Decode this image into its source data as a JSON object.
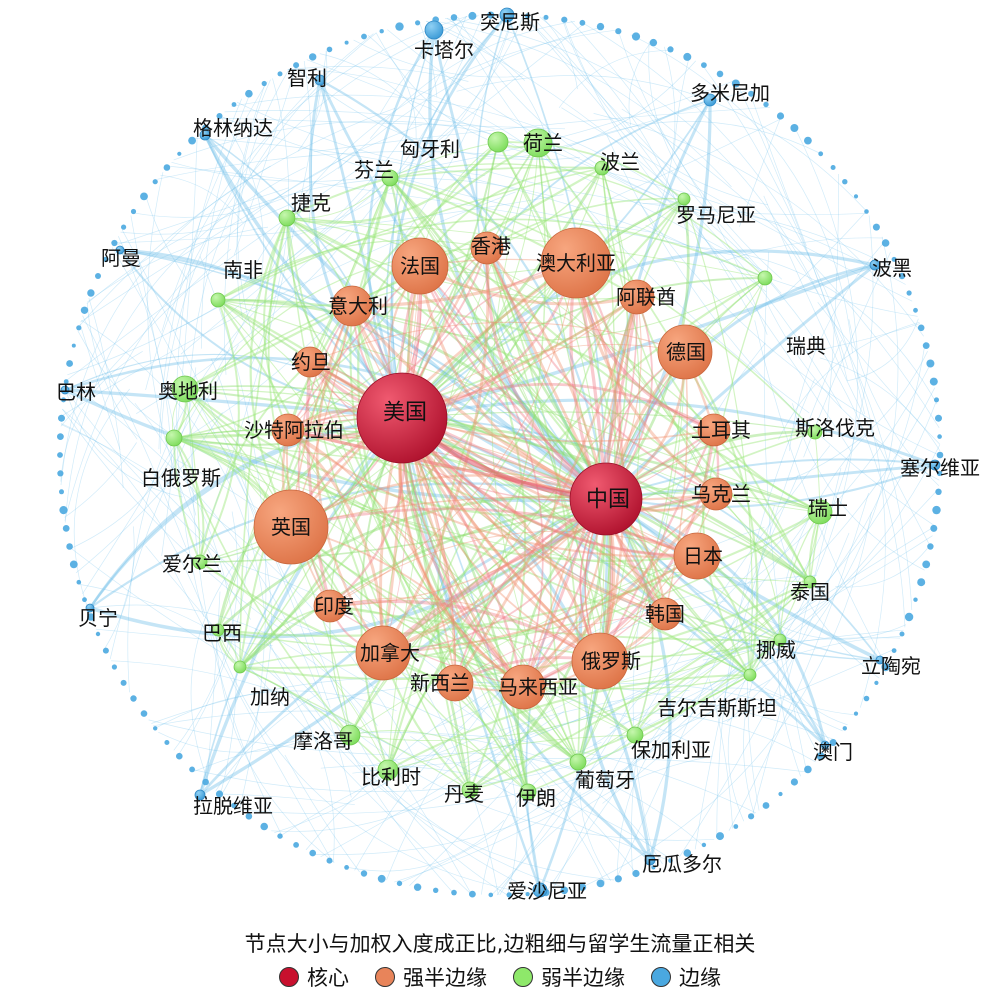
{
  "caption": "节点大小与加权入度成正比,边粗细与留学生流量正相关",
  "legend": [
    {
      "key": "core",
      "label": "核心",
      "color": "#c8102e"
    },
    {
      "key": "strong",
      "label": "强半边缘",
      "color": "#e8845a"
    },
    {
      "key": "weak",
      "label": "弱半边缘",
      "color": "#8ee86a"
    },
    {
      "key": "edge",
      "label": "边缘",
      "color": "#4aa8e0"
    }
  ],
  "nodes": [
    {
      "label": "美国",
      "group": "core"
    },
    {
      "label": "中国",
      "group": "core"
    },
    {
      "label": "英国",
      "group": "strong"
    },
    {
      "label": "澳大利亚",
      "group": "strong"
    },
    {
      "label": "法国",
      "group": "strong"
    },
    {
      "label": "德国",
      "group": "strong"
    },
    {
      "label": "加拿大",
      "group": "strong"
    },
    {
      "label": "俄罗斯",
      "group": "strong"
    },
    {
      "label": "日本",
      "group": "strong"
    },
    {
      "label": "意大利",
      "group": "strong"
    },
    {
      "label": "香港",
      "group": "strong"
    },
    {
      "label": "阿联酋",
      "group": "strong"
    },
    {
      "label": "约旦",
      "group": "strong"
    },
    {
      "label": "沙特阿拉伯",
      "group": "strong"
    },
    {
      "label": "土耳其",
      "group": "strong"
    },
    {
      "label": "乌克兰",
      "group": "strong"
    },
    {
      "label": "印度",
      "group": "strong"
    },
    {
      "label": "韩国",
      "group": "strong"
    },
    {
      "label": "马来西亚",
      "group": "strong"
    },
    {
      "label": "新西兰",
      "group": "strong"
    },
    {
      "label": "荷兰",
      "group": "weak"
    },
    {
      "label": "匈牙利",
      "group": "weak"
    },
    {
      "label": "芬兰",
      "group": "weak"
    },
    {
      "label": "波兰",
      "group": "weak"
    },
    {
      "label": "捷克",
      "group": "weak"
    },
    {
      "label": "罗马尼亚",
      "group": "weak"
    },
    {
      "label": "南非",
      "group": "weak"
    },
    {
      "label": "瑞典",
      "group": "weak"
    },
    {
      "label": "奥地利",
      "group": "weak"
    },
    {
      "label": "斯洛伐克",
      "group": "weak"
    },
    {
      "label": "白俄罗斯",
      "group": "weak"
    },
    {
      "label": "瑞士",
      "group": "weak"
    },
    {
      "label": "爱尔兰",
      "group": "weak"
    },
    {
      "label": "泰国",
      "group": "weak"
    },
    {
      "label": "巴西",
      "group": "weak"
    },
    {
      "label": "挪威",
      "group": "weak"
    },
    {
      "label": "加纳",
      "group": "weak"
    },
    {
      "label": "吉尔吉斯斯坦",
      "group": "weak"
    },
    {
      "label": "摩洛哥",
      "group": "weak"
    },
    {
      "label": "保加利亚",
      "group": "weak"
    },
    {
      "label": "比利时",
      "group": "weak"
    },
    {
      "label": "葡萄牙",
      "group": "weak"
    },
    {
      "label": "丹麦",
      "group": "weak"
    },
    {
      "label": "伊朗",
      "group": "weak"
    },
    {
      "label": "突尼斯",
      "group": "edge"
    },
    {
      "label": "卡塔尔",
      "group": "edge"
    },
    {
      "label": "智利",
      "group": "edge"
    },
    {
      "label": "多米尼加",
      "group": "edge"
    },
    {
      "label": "格林纳达",
      "group": "edge"
    },
    {
      "label": "阿曼",
      "group": "edge"
    },
    {
      "label": "波黑",
      "group": "edge"
    },
    {
      "label": "巴林",
      "group": "edge"
    },
    {
      "label": "塞尔维亚",
      "group": "edge"
    },
    {
      "label": "贝宁",
      "group": "edge"
    },
    {
      "label": "立陶宛",
      "group": "edge"
    },
    {
      "label": "澳门",
      "group": "edge"
    },
    {
      "label": "拉脱维亚",
      "group": "edge"
    },
    {
      "label": "厄瓜多尔",
      "group": "edge"
    },
    {
      "label": "爱沙尼亚",
      "group": "edge"
    }
  ]
}
